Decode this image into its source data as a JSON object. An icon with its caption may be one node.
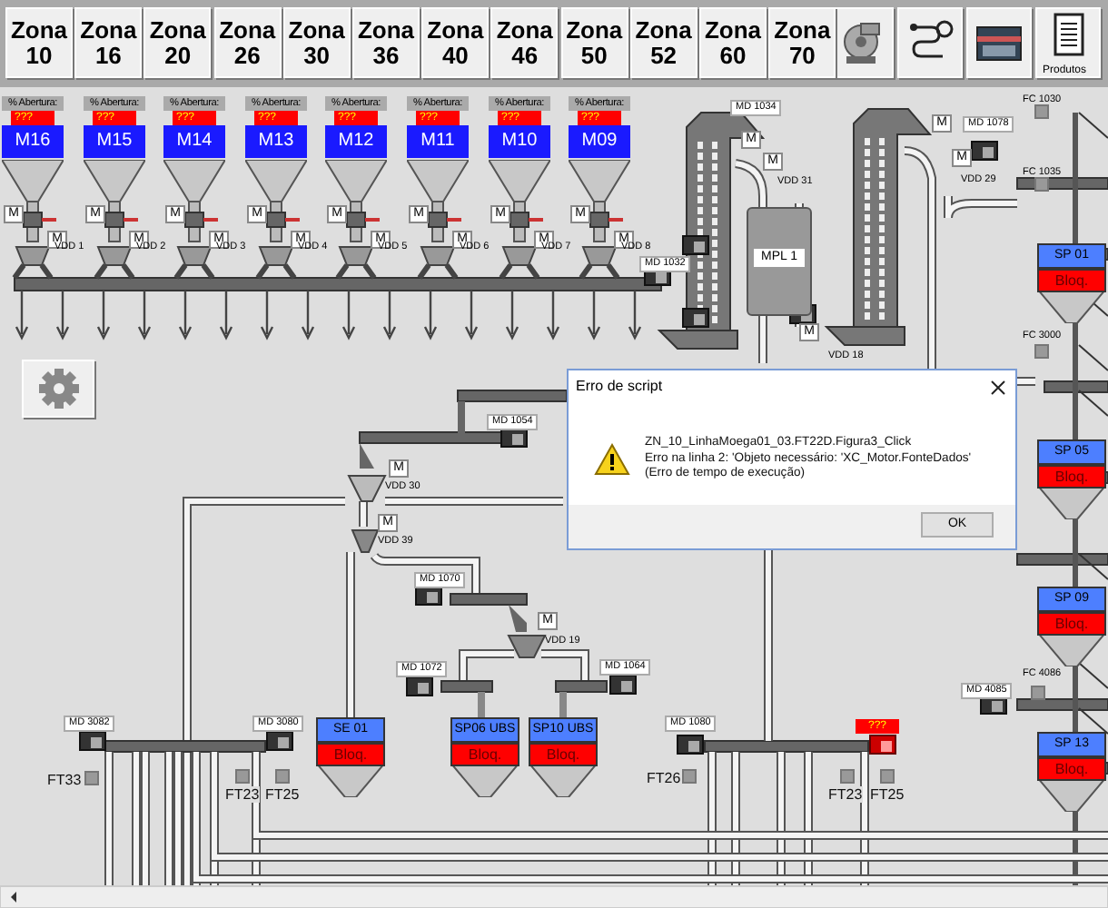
{
  "diagram": {
    "nodes": [
      {
        "text": [
          "% Abertura:",
          "???",
          "M16"
        ],
        "beside": [
          "M",
          "M",
          "VDD 1"
        ]
      },
      {
        "text": [
          "% Abertura:",
          "???",
          "M15"
        ],
        "beside": [
          "M",
          "M",
          "VDD 2"
        ]
      },
      {
        "text": [
          "% Abertura:",
          "???",
          "M14"
        ],
        "beside": [
          "M",
          "M",
          "VDD 3"
        ]
      },
      {
        "text": [
          "% Abertura:",
          "???",
          "M13"
        ],
        "beside": [
          "M",
          "M",
          "VDD 4"
        ]
      },
      {
        "text": [
          "% Abertura:",
          "???",
          "M12"
        ],
        "beside": [
          "M",
          "M",
          "VDD 5"
        ]
      },
      {
        "text": [
          "% Abertura:",
          "???",
          "M11"
        ],
        "beside": [
          "M",
          "M",
          "VDD 6"
        ]
      },
      {
        "text": [
          "% Abertura:",
          "???",
          "M10"
        ],
        "beside": [
          "M",
          "M",
          "VDD 7"
        ]
      },
      {
        "text": [
          "% Abertura:",
          "???",
          "M09"
        ],
        "beside": [
          "M",
          "M",
          "VDD 8"
        ]
      },
      {
        "text": [
          "MPL 1"
        ]
      },
      {
        "text": [
          "SP 01",
          "Bloq."
        ]
      },
      {
        "text": [
          "SP 05",
          "Bloq."
        ]
      },
      {
        "text": [
          "SP 09",
          "Bloq."
        ]
      },
      {
        "text": [
          "SP 13",
          "Bloq."
        ]
      },
      {
        "text": [
          "SE 01",
          "Bloq."
        ]
      },
      {
        "text": [
          "SP06  UBS",
          "Bloq."
        ]
      },
      {
        "text": [
          "SP10 UBS",
          "Bloq."
        ]
      },
      {
        "text": [
          "Erro de script",
          "ZN_10_LinhaMoega01_03.FT22D.Figura3_Click",
          "Erro na linha 2: 'Objeto necessário: 'XC_Motor.FonteDados'",
          "(Erro de tempo de execução)",
          "OK"
        ]
      }
    ],
    "labels": [
      "Zona 10",
      "Zona 16",
      "Zona 20",
      "Zona 26",
      "Zona 30",
      "Zona 36",
      "Zona 40",
      "Zona 46",
      "Zona 50",
      "Zona 52",
      "Zona 60",
      "Zona 70",
      "Produtos",
      "MD 1032",
      "MD 1034",
      "M",
      "M",
      "VDD 31",
      "M",
      "MD 1078",
      "FC 1030",
      "M",
      "VDD 29",
      "FC 1035",
      "M",
      "VDD 18",
      "FC 3000",
      "MD 1054",
      "M",
      "VDD 30",
      "M",
      "VDD 39",
      "MD 1070",
      "M",
      "VDD 19",
      "MD 1072",
      "MD 1064",
      "MD 4085",
      "FC 4086",
      "MD 3082",
      "MD 3080",
      "MD 1080",
      "???",
      "FT33",
      "FT23",
      "FT25",
      "FT26",
      "FT23",
      "FT25"
    ]
  }
}
